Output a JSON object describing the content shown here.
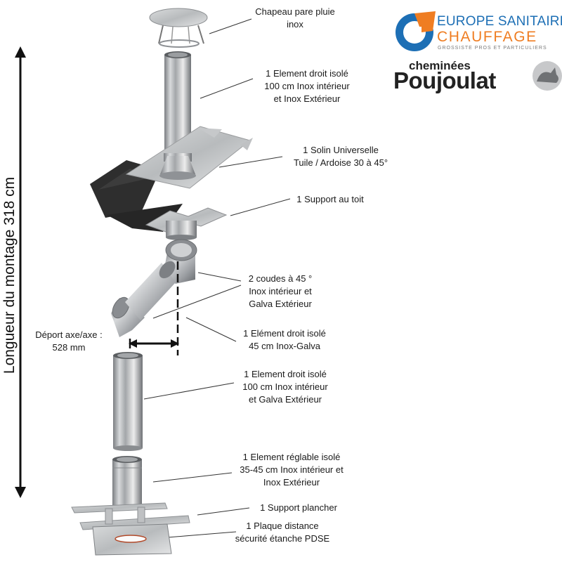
{
  "title_vertical": "Longueur du montage  318 cm",
  "logos": {
    "europe_sanitaire": {
      "line1": "EUROPE SANITAIRE",
      "line2": "CHAUFFAGE",
      "tagline": "GROSSISTE PROS ET PARTICULIERS"
    },
    "poujoulat": {
      "line1": "cheminées",
      "line2": "Poujoulat",
      "mark_icon": "cat-mark-icon"
    }
  },
  "colors": {
    "orange": "#ef7d22",
    "blue": "#1d6fb5",
    "steel": "#a9acaf",
    "roof_black": "#2b2b2b"
  },
  "labels": {
    "chapeau": [
      "Chapeau pare pluie",
      "inox"
    ],
    "element_100_inox": [
      "1 Element droit isolé",
      "100 cm Inox intérieur",
      "et Inox Extérieur"
    ],
    "solin": [
      "1 Solin Universelle",
      "Tuile / Ardoise 30 à 45°"
    ],
    "support_toit": [
      "1 Support au toit"
    ],
    "coudes": [
      "2 coudes à 45 °",
      "Inox intérieur et",
      "Galva Extérieur"
    ],
    "element_45": [
      "1 Elément droit isolé",
      "45 cm Inox-Galva"
    ],
    "deport": [
      "Déport axe/axe :",
      "528 mm"
    ],
    "element_100_galva": [
      "1 Element droit isolé",
      "100 cm Inox intérieur",
      "et Galva Extérieur"
    ],
    "element_reglable": [
      "1 Element réglable isolé",
      "35-45 cm Inox intérieur et",
      "Inox Extérieur"
    ],
    "support_plancher": [
      "1 Support plancher"
    ],
    "plaque": [
      "1 Plaque distance",
      "sécurité étanche PDSE"
    ]
  }
}
